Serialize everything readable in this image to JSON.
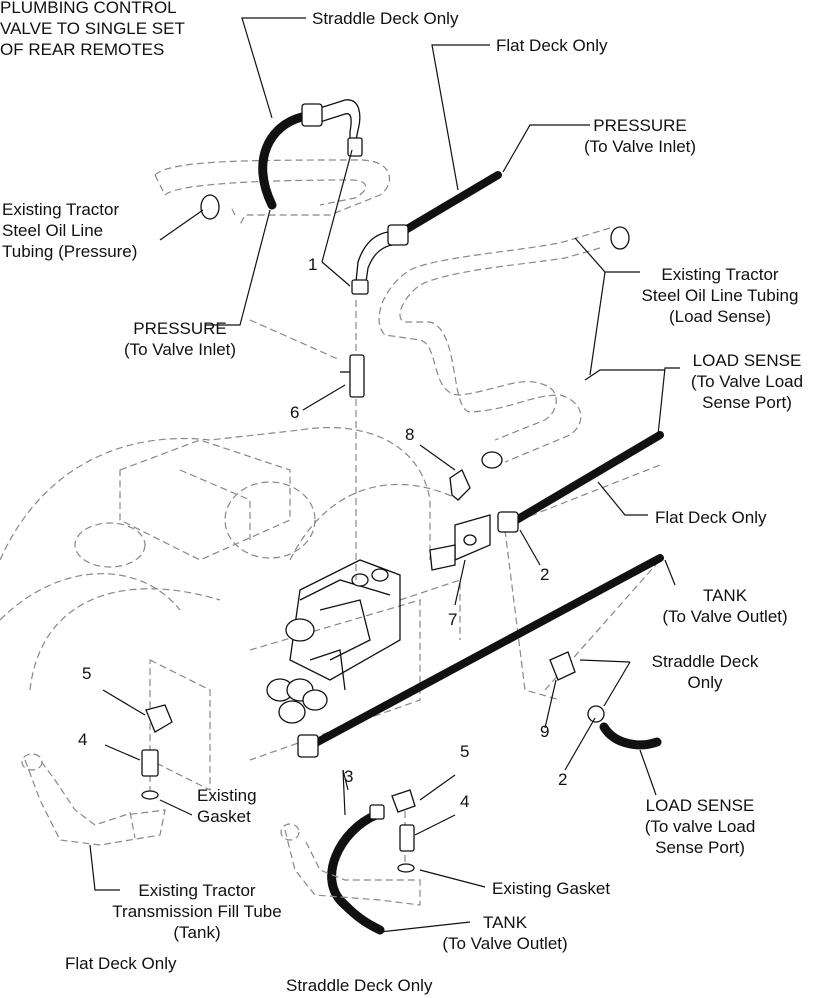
{
  "title": "PLUMBING CONTROL\nVALVE TO SINGLE SET\nOF REAR REMOTES",
  "labels": {
    "straddle_deck_only_top": "Straddle Deck Only",
    "flat_deck_only_top": "Flat Deck Only",
    "pressure_right": "PRESSURE\n(To Valve Inlet)",
    "existing_tubing_pressure": "Existing Tractor\nSteel Oil Line\nTubing (Pressure)",
    "existing_tubing_load_sense": "Existing Tractor\nSteel Oil Line Tubing\n(Load Sense)",
    "pressure_left": "PRESSURE\n(To Valve Inlet)",
    "load_sense_top": "LOAD SENSE\n(To Valve Load\nSense Port)",
    "flat_deck_only_mid": "Flat Deck Only",
    "tank_right": "TANK\n(To Valve Outlet)",
    "straddle_deck_only_mid": "Straddle Deck\nOnly",
    "existing_gasket_left": "Existing\nGasket",
    "load_sense_bottom": "LOAD SENSE\n(To valve Load\nSense Port)",
    "existing_gasket_right": "Existing Gasket",
    "fill_tube": "Existing Tractor\nTransmission Fill Tube\n(Tank)",
    "tank_bottom": "TANK\n(To Valve Outlet)",
    "flat_deck_only_bottom": "Flat Deck Only",
    "straddle_deck_only_bottom": "Straddle Deck Only"
  },
  "callouts": [
    "1",
    "6",
    "8",
    "2",
    "7",
    "5",
    "4",
    "9",
    "2",
    "3",
    "5",
    "4"
  ]
}
